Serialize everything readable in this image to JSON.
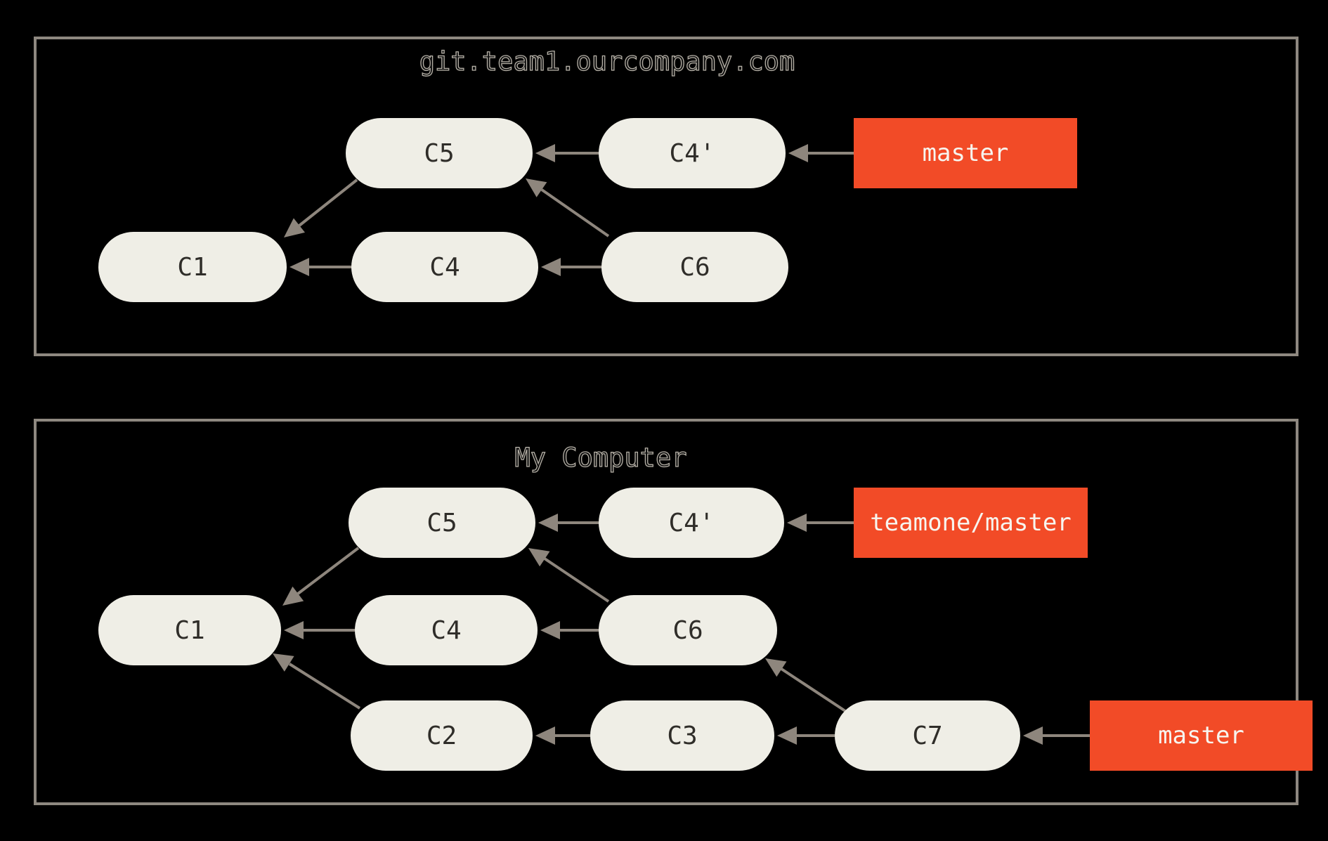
{
  "colors": {
    "background": "#000000",
    "panel_border": "#8e8880",
    "node_fill": "#efeee6",
    "node_text": "#2f2d29",
    "arrow": "#8e867d",
    "branch_fill": "#f24b27",
    "branch_text": "#f7f5ef"
  },
  "panels": [
    {
      "title": "git.team1.ourcompany.com",
      "nodes": [
        {
          "id": "c5",
          "label": "C5"
        },
        {
          "id": "c4p",
          "label": "C4'"
        },
        {
          "id": "c1",
          "label": "C1"
        },
        {
          "id": "c4",
          "label": "C4"
        },
        {
          "id": "c6",
          "label": "C6"
        }
      ],
      "branches": [
        {
          "id": "master",
          "label": "master"
        }
      ],
      "edges": [
        {
          "from": "C4'",
          "to": "C5"
        },
        {
          "from": "master",
          "to": "C4'"
        },
        {
          "from": "C5",
          "to": "C1"
        },
        {
          "from": "C4",
          "to": "C1"
        },
        {
          "from": "C6",
          "to": "C4"
        },
        {
          "from": "C6",
          "to": "C5"
        }
      ]
    },
    {
      "title": "My Computer",
      "nodes": [
        {
          "id": "c5",
          "label": "C5"
        },
        {
          "id": "c4p",
          "label": "C4'"
        },
        {
          "id": "c1",
          "label": "C1"
        },
        {
          "id": "c4",
          "label": "C4"
        },
        {
          "id": "c6",
          "label": "C6"
        },
        {
          "id": "c2",
          "label": "C2"
        },
        {
          "id": "c3",
          "label": "C3"
        },
        {
          "id": "c7",
          "label": "C7"
        }
      ],
      "branches": [
        {
          "id": "teamone-master",
          "label": "teamone/master"
        },
        {
          "id": "master",
          "label": "master"
        }
      ],
      "edges": [
        {
          "from": "C4'",
          "to": "C5"
        },
        {
          "from": "teamone/master",
          "to": "C4'"
        },
        {
          "from": "C5",
          "to": "C1"
        },
        {
          "from": "C4",
          "to": "C1"
        },
        {
          "from": "C6",
          "to": "C4"
        },
        {
          "from": "C6",
          "to": "C5"
        },
        {
          "from": "C2",
          "to": "C1"
        },
        {
          "from": "C3",
          "to": "C2"
        },
        {
          "from": "C7",
          "to": "C3"
        },
        {
          "from": "C7",
          "to": "C6"
        },
        {
          "from": "master",
          "to": "C7"
        }
      ]
    }
  ]
}
